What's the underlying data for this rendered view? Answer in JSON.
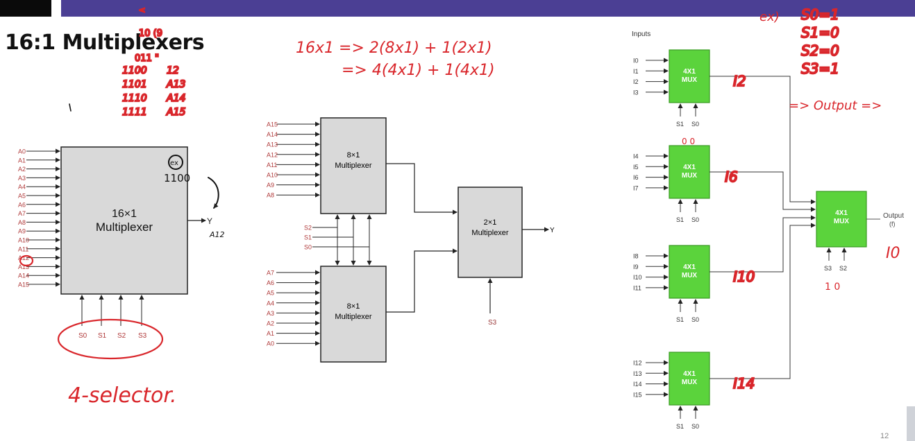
{
  "slide": {
    "title": "16:1 Multiplexers",
    "page_number": "12"
  },
  "diagram_a": {
    "inputs": [
      "A0",
      "A1",
      "A2",
      "A3",
      "A4",
      "A5",
      "A6",
      "A7",
      "A8",
      "A9",
      "A10",
      "A11",
      "A12",
      "A13",
      "A14",
      "A15"
    ],
    "block_label_1": "16×1",
    "block_label_2": "Multiplexer",
    "selects": [
      "S0",
      "S1",
      "S2",
      "S3"
    ],
    "output": "Y"
  },
  "diagram_b": {
    "top_inputs": [
      "A15",
      "A14",
      "A13",
      "A12",
      "A11",
      "A10",
      "A9",
      "A8"
    ],
    "bottom_inputs": [
      "A7",
      "A6",
      "A5",
      "A4",
      "A3",
      "A2",
      "A1",
      "A0"
    ],
    "selects": [
      "S2",
      "S1",
      "S0"
    ],
    "mux8_label_1": "8×1",
    "mux8_label_2": "Multiplexer",
    "mux2_label_1": "2×1",
    "mux2_label_2": "Multiplexer",
    "select_s3": "S3",
    "output": "Y"
  },
  "diagram_c": {
    "inputs_title": "Inputs",
    "mux_label_1": "4X1",
    "mux_label_2": "MUX",
    "groups": [
      {
        "inputs": [
          "I0",
          "I1",
          "I2",
          "I3"
        ],
        "selects": [
          "S1",
          "S0"
        ]
      },
      {
        "inputs": [
          "I4",
          "I5",
          "I6",
          "I7"
        ],
        "selects": [
          "S1",
          "S0"
        ]
      },
      {
        "inputs": [
          "I8",
          "I9",
          "I10",
          "I11"
        ],
        "selects": [
          "S1",
          "S0"
        ]
      },
      {
        "inputs": [
          "I12",
          "I13",
          "I14",
          "I15"
        ],
        "selects": [
          "S1",
          "S0"
        ]
      }
    ],
    "final_selects": [
      "S3",
      "S2"
    ],
    "output_label": "Output",
    "output_sub": "(f)",
    "mux_color": "#5bd33c"
  },
  "annotations": {
    "ink_color": "#d9262b",
    "ex_circle": "ex",
    "ex_value": "1100",
    "a12_note": "A12",
    "four_selector": "4-selector.",
    "equation_1": "16x1 => 2(8x1) + 1(2x1)",
    "equation_2": "=> 4(4x1) + 1(4x1)",
    "binary_table": [
      [
        "1100",
        "12"
      ],
      [
        "1101",
        "A13"
      ],
      [
        "1110",
        "A14"
      ],
      [
        "1111",
        "A15"
      ]
    ],
    "ex_header": "ex)",
    "select_values": [
      "S0=1",
      "S1=0",
      "S2=0",
      "S3=1"
    ],
    "output_arrow": "=> Output =>",
    "mux_outputs": [
      "I2",
      "I6",
      "I10",
      "I14"
    ],
    "final_output": "I0",
    "final_select_vals": "1   0",
    "first_select_vals": "0  0"
  }
}
